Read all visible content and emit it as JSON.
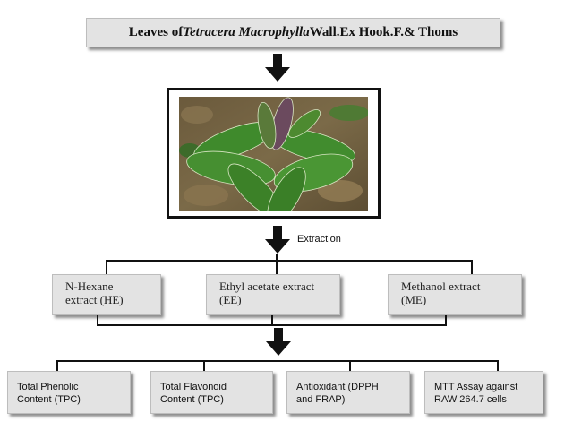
{
  "title": {
    "prefix": "Leaves of ",
    "species": "Tetracera Macrophylla",
    "suffix": " Wall.Ex Hook.F.& Thoms"
  },
  "step_label": "Extraction",
  "extracts": [
    {
      "line1": "N-Hexane",
      "line2": "extract (HE)"
    },
    {
      "line1": "Ethyl acetate extract",
      "line2": "(EE)"
    },
    {
      "line1": "Methanol extract",
      "line2": "(ME)"
    }
  ],
  "assays": [
    {
      "line1": "Total Phenolic",
      "line2": "Content (TPC)"
    },
    {
      "line1": "Total Flavonoid",
      "line2": "Content (TPC)"
    },
    {
      "line1": "Antioxidant (DPPH",
      "line2": "and FRAP)"
    },
    {
      "line1": "MTT Assay against",
      "line2": "RAW 264.7 cells"
    }
  ],
  "colors": {
    "box_fill": "#e3e3e3",
    "arrow": "#111111",
    "leaf": "#3f8a2c"
  }
}
